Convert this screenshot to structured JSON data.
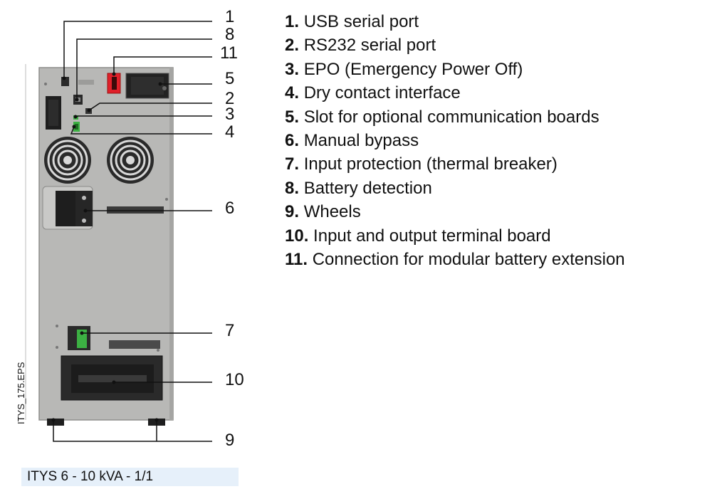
{
  "callouts": [
    {
      "num": "1",
      "label": "USB serial port"
    },
    {
      "num": "8",
      "label": "Battery detection"
    },
    {
      "num": "11",
      "label": "Connection for modular battery extension"
    },
    {
      "num": "5",
      "label": "Slot for optional communication boards"
    },
    {
      "num": "2",
      "label": "RS232 serial port"
    },
    {
      "num": "3",
      "label": "EPO (Emergency Power Off)"
    },
    {
      "num": "4",
      "label": "Dry contact interface"
    },
    {
      "num": "6",
      "label": "Manual bypass"
    },
    {
      "num": "7",
      "label": "Input protection (thermal breaker)"
    },
    {
      "num": "10",
      "label": "Input and output terminal board"
    },
    {
      "num": "9",
      "label": "Wheels"
    }
  ],
  "legend": [
    {
      "num": "1.",
      "text": "USB serial port"
    },
    {
      "num": "2.",
      "text": "RS232 serial port"
    },
    {
      "num": "3.",
      "text": "EPO (Emergency Power Off)"
    },
    {
      "num": "4.",
      "text": "Dry contact interface"
    },
    {
      "num": "5.",
      "text": "Slot for optional communication boards"
    },
    {
      "num": "6.",
      "text": "Manual bypass"
    },
    {
      "num": "7.",
      "text": "Input protection (thermal breaker)"
    },
    {
      "num": "8.",
      "text": "Battery detection"
    },
    {
      "num": "9.",
      "text": "Wheels"
    },
    {
      "num": "10.",
      "text": "Input and output terminal board"
    },
    {
      "num": "11.",
      "text": "Connection for modular battery extension"
    }
  ],
  "figure_code": "ITYS_175.EPS",
  "caption": "ITYS 6 - 10 kVA - 1/1",
  "colors": {
    "panel": "#b7b7b5",
    "panel_edge": "#8a8a88",
    "dark": "#1e1e1e",
    "red": "#e0202a",
    "green": "#3cb043",
    "caption_bg": "#e6f0fa"
  }
}
